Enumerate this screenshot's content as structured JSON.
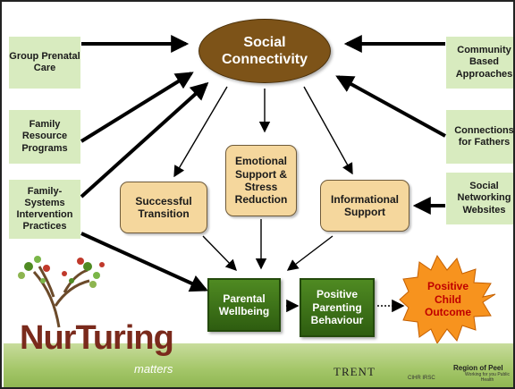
{
  "center": {
    "label": "Social Connectivity"
  },
  "inputs_left": [
    {
      "label": "Group Prenatal Care"
    },
    {
      "label": "Family Resource Programs"
    },
    {
      "label": "Family-Systems Intervention Practices"
    }
  ],
  "inputs_right": [
    {
      "label": "Community Based Approaches"
    },
    {
      "label": "Connections for Fathers"
    },
    {
      "label": "Social Networking Websites"
    }
  ],
  "mediators": [
    {
      "label": "Successful Transition"
    },
    {
      "label": "Emotional Support & Stress Reduction"
    },
    {
      "label": "Informational Support"
    }
  ],
  "outcomes": [
    {
      "label": "Parental Wellbeing"
    },
    {
      "label": "Positive Parenting Behaviour"
    },
    {
      "label": "Positive Child Outcome"
    }
  ],
  "logos": {
    "nurturing": "NurTuring",
    "matters": "matters",
    "trent": "TRENT",
    "cihr": "CIHR IRSC",
    "peel": "Region of Peel",
    "peel_sub": "Working for you Public Health"
  },
  "colors": {
    "input_box": "#d8ebbf",
    "ellipse": "#7d5318",
    "mediator_box": "#f5d79d",
    "outcome_box": "#2e5d10",
    "starburst": "#f7931e",
    "starburst_text": "#c00000",
    "footer": "#a5c76a"
  }
}
